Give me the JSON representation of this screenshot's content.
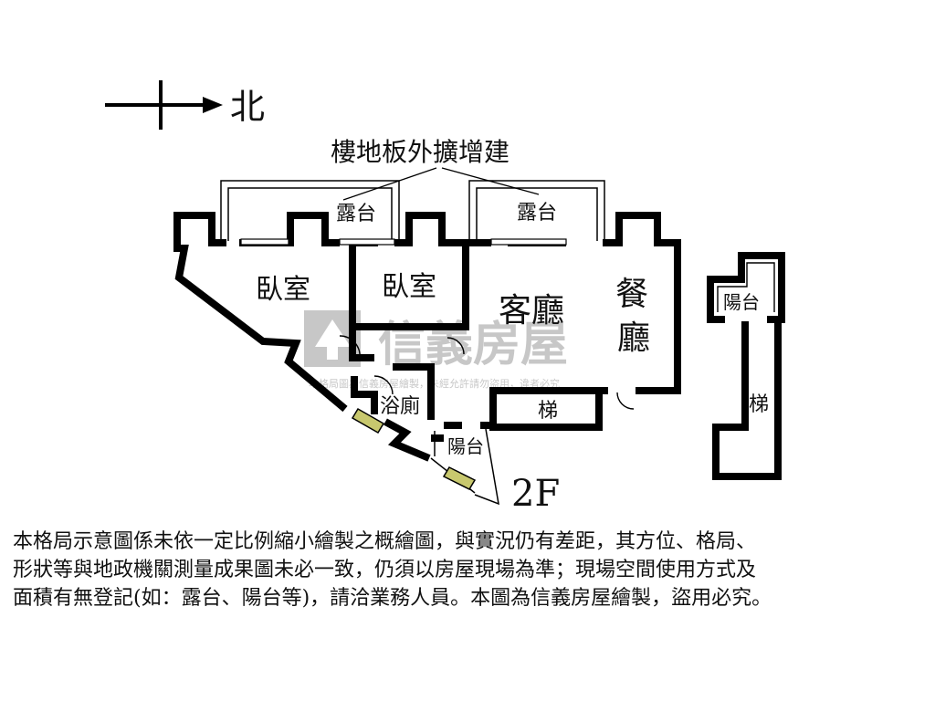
{
  "compass": {
    "label": "北"
  },
  "annotation": {
    "extension_note": "樓地板外擴增建"
  },
  "rooms": {
    "terrace_left": "露台",
    "terrace_right": "露台",
    "bedroom_1": "臥室",
    "bedroom_2": "臥室",
    "living_room": "客廳",
    "dining_top": "餐",
    "dining_bottom": "廳",
    "bathroom": "浴廁",
    "stairs_center": "梯",
    "balcony_center": "陽台",
    "balcony_right": "陽台",
    "stairs_right": "梯"
  },
  "floor": {
    "label": "2F"
  },
  "watermark": {
    "brand": "信義房屋",
    "notice": "本格局圖為信義房屋繪製，未經允許請勿盜用，違者必究"
  },
  "disclaimer": {
    "lines": [
      "本格局示意圖係未依一定比例縮小繪製之概繪圖，與實況仍有差距，其方位、格局、",
      "形狀等與地政機關測量成果圖未必一致，仍須以房屋現場為準；現場空間使用方式及",
      "面積有無登記(如：露台、陽台等)，請洽業務人員。本圖為信義房屋繪製，盜用必究。"
    ]
  },
  "colors": {
    "wall": "#000000",
    "window": "#c8c86e",
    "watermark": "#9a9a9a"
  }
}
